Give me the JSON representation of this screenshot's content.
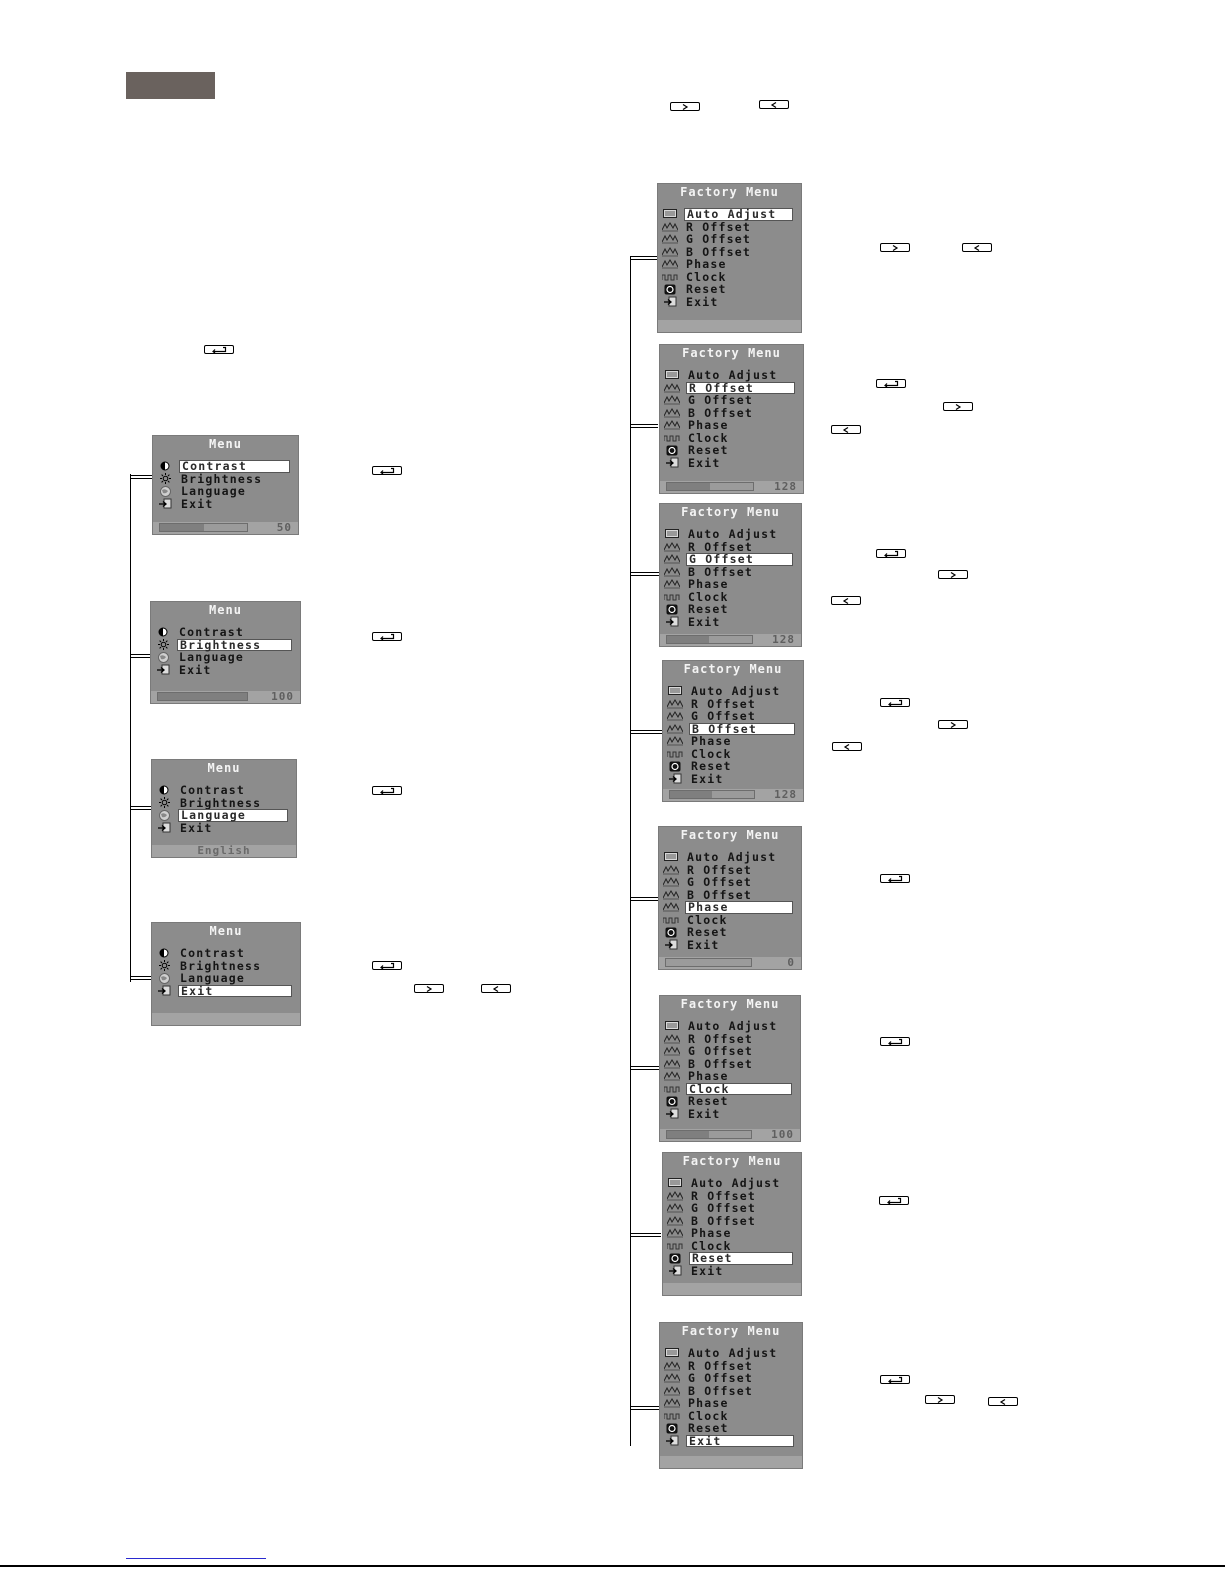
{
  "main_menu": {
    "title": "Menu",
    "items": [
      "Contrast",
      "Brightness",
      "Language",
      "Exit"
    ],
    "contrast_value": "50",
    "brightness_value": "100",
    "language_value": "English"
  },
  "factory_menu": {
    "title": "Factory Menu",
    "items": [
      "Auto Adjust",
      "R Offset",
      "G Offset",
      "B Offset",
      "Phase",
      "Clock",
      "Reset",
      "Exit"
    ],
    "r_offset_value": "128",
    "g_offset_value": "128",
    "b_offset_value": "128",
    "phase_value": "0",
    "clock_value": "100"
  },
  "levels": {
    "contrast": 0.5,
    "brightness": 1.0,
    "offset": 0.5,
    "phase": 0.0,
    "clock": 0.5
  },
  "icons": [
    "enter-key-icon",
    "right-arrow-key-icon",
    "left-arrow-key-icon",
    "contrast-icon",
    "brightness-icon",
    "language-icon",
    "exit-icon"
  ]
}
